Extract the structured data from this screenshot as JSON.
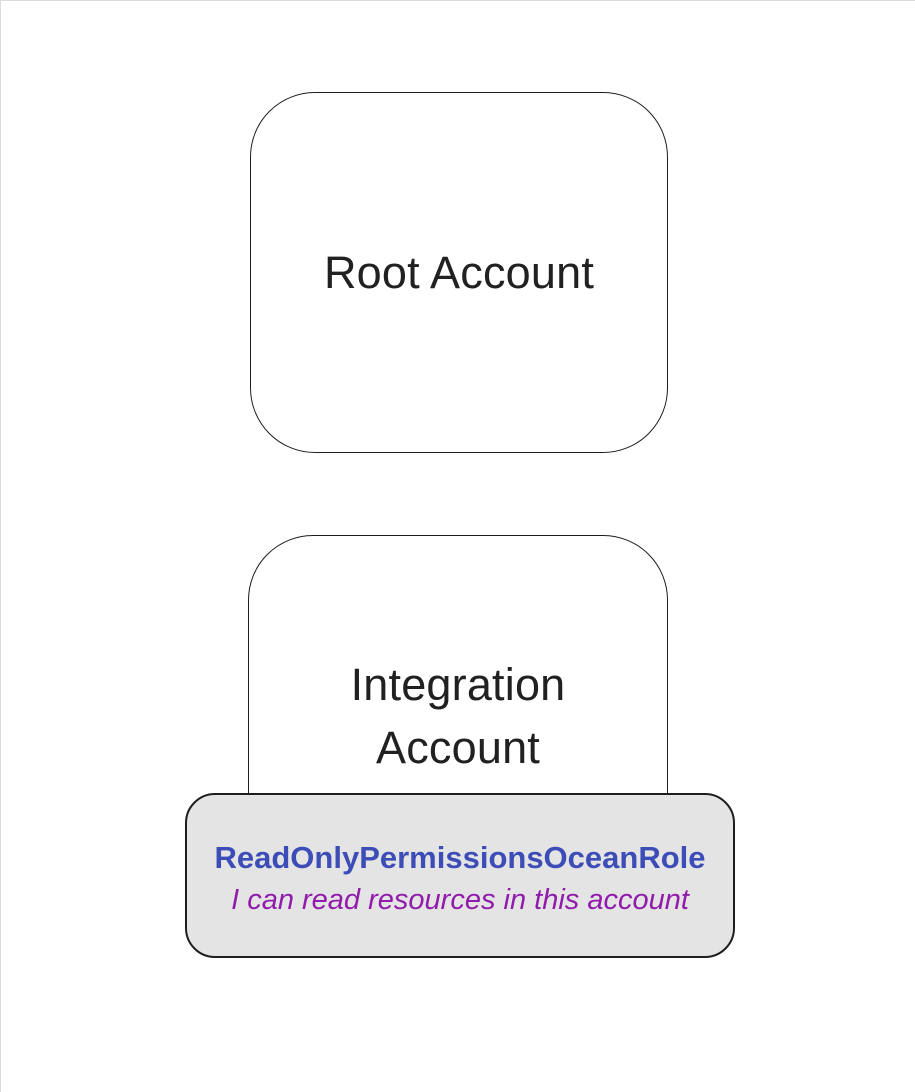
{
  "diagram": {
    "type": "flowchart",
    "nodes": {
      "root_account": {
        "label": "Root Account"
      },
      "integration_account": {
        "label": "Integration Account"
      }
    },
    "role_badge": {
      "title": "ReadOnlyPermissionsOceanRole",
      "subtitle": "I can read resources in this account"
    },
    "colors": {
      "node_fill": "#ffffff",
      "node_border": "#1e1e1e",
      "node_text": "#212121",
      "badge_fill": "#e4e4e4",
      "badge_border": "#1e1e1e",
      "badge_title_color": "#3d4db7",
      "badge_subtitle_color": "#911bab"
    }
  }
}
